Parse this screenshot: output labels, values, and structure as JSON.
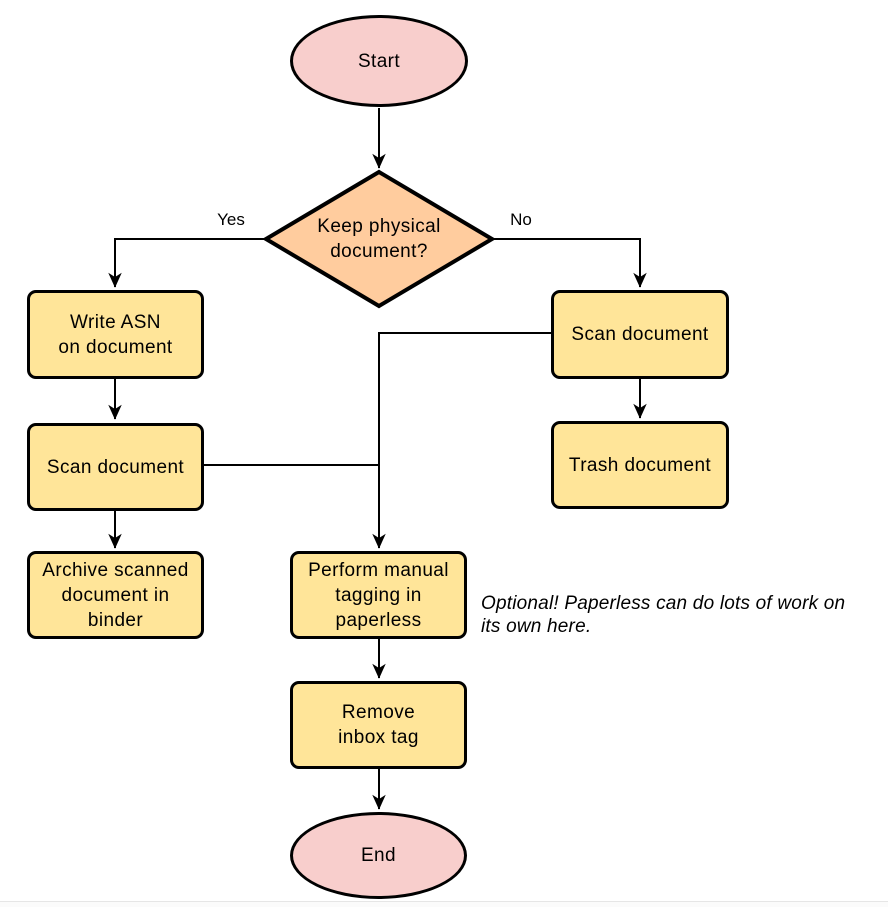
{
  "diagram": {
    "type": "flowchart",
    "background": "#ffffff",
    "colors": {
      "terminal_fill": "#f8cecc",
      "decision_fill": "#ffcc9e",
      "process_fill": "#ffe599",
      "stroke": "#000000",
      "text": "#000000"
    },
    "nodes": {
      "start": {
        "label": "Start",
        "shape": "ellipse"
      },
      "decision": {
        "label": "Keep physical\ndocument?",
        "shape": "diamond"
      },
      "write_asn": {
        "label": "Write ASN\non document",
        "shape": "process"
      },
      "scan_left": {
        "label": "Scan document",
        "shape": "process"
      },
      "archive": {
        "label": "Archive scanned\ndocument in\nbinder",
        "shape": "process"
      },
      "scan_right": {
        "label": "Scan document",
        "shape": "process"
      },
      "trash": {
        "label": "Trash document",
        "shape": "process"
      },
      "tagging": {
        "label": "Perform manual\ntagging in\npaperless",
        "shape": "process"
      },
      "remove_inbox": {
        "label": "Remove\ninbox tag",
        "shape": "process"
      },
      "end": {
        "label": "End",
        "shape": "ellipse"
      }
    },
    "edge_labels": {
      "yes": "Yes",
      "no": "No"
    },
    "note": {
      "text": "Optional! Paperless can do lots of work on\nits own here."
    }
  }
}
